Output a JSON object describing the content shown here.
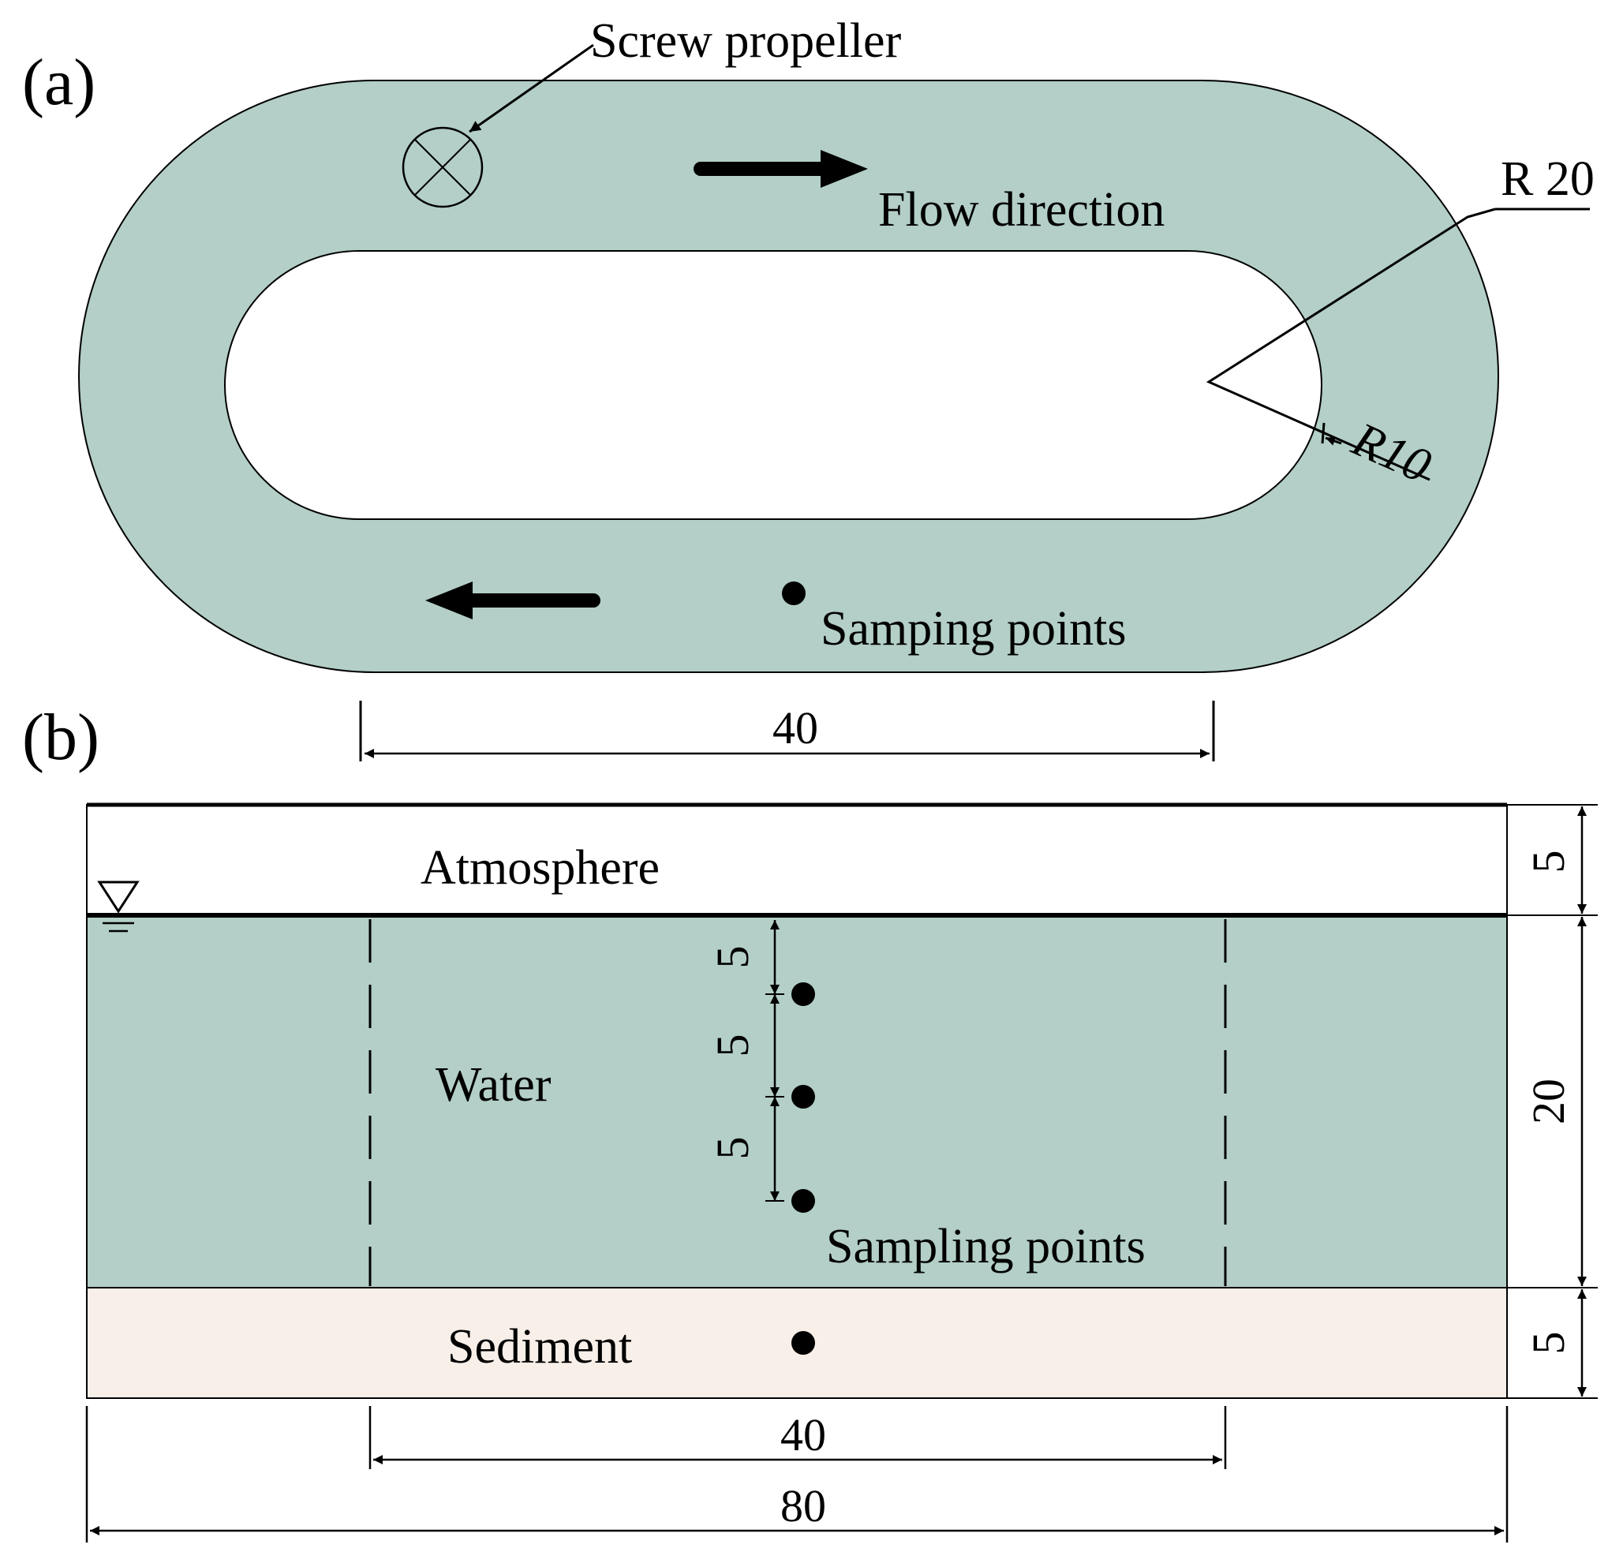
{
  "colors": {
    "water": "#b3cfc7",
    "sediment": "#f8efe8",
    "line": "#000000",
    "background": "#ffffff"
  },
  "panel_a": {
    "label": "(a)",
    "propeller_label": "Screw propeller",
    "flow_label": "Flow direction",
    "sampling_label": "Samping points",
    "outer_radius_label": "R 20",
    "inner_radius_label": "R10",
    "length_label": "40"
  },
  "panel_b": {
    "label": "(b)",
    "atmosphere_label": "Atmosphere",
    "water_label": "Water",
    "sediment_label": "Sediment",
    "sampling_label": "Sampling points",
    "atm_height": "5",
    "water_height": "20",
    "sediment_height": "5",
    "depth_1": "5",
    "depth_2": "5",
    "depth_3": "5",
    "inner_length": "40",
    "total_length": "80"
  }
}
